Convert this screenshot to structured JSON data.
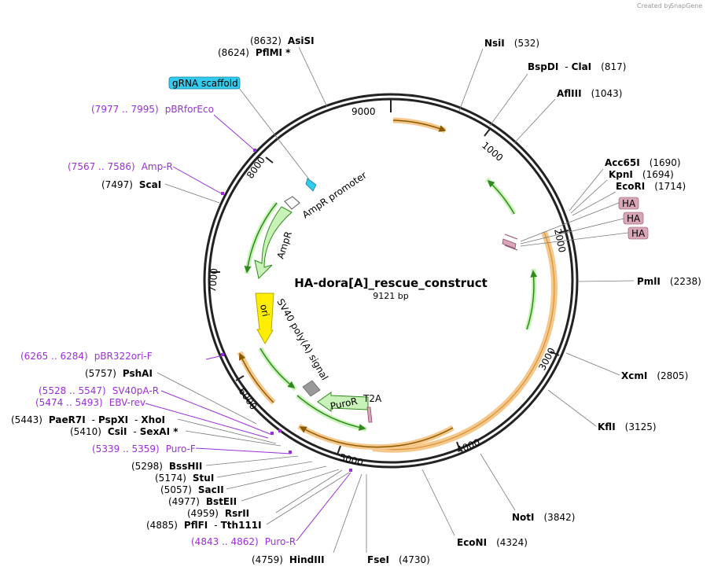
{
  "credit": "Created by",
  "credit_brand": "SnapGene",
  "plasmid": {
    "name": "HA-dora[A]_rescue_construct",
    "length": "9121 bp"
  },
  "ticks": [
    "1000",
    "2000",
    "3000",
    "4000",
    "5000",
    "6000",
    "7000",
    "8000",
    "9000"
  ],
  "enzymes": [
    {
      "name": "AsiSI",
      "pos": "(8632)"
    },
    {
      "name": "PflMI *",
      "pos": "(8624)"
    },
    {
      "name": "NsiI",
      "pos": "(532)"
    },
    {
      "name": "BspDI",
      "name2": "ClaI",
      "pos": "(817)"
    },
    {
      "name": "AflIII",
      "pos": "(1043)"
    },
    {
      "name": "Acc65I",
      "pos": "(1690)"
    },
    {
      "name": "KpnI",
      "pos": "(1694)"
    },
    {
      "name": "EcoRI",
      "pos": "(1714)"
    },
    {
      "name": "PmlI",
      "pos": "(2238)"
    },
    {
      "name": "XcmI",
      "pos": "(2805)"
    },
    {
      "name": "KflI",
      "pos": "(3125)"
    },
    {
      "name": "NotI",
      "pos": "(3842)"
    },
    {
      "name": "EcoNI",
      "pos": "(4324)"
    },
    {
      "name": "FseI",
      "pos": "(4730)"
    },
    {
      "name": "HindIII",
      "pos": "(4759)"
    },
    {
      "name": "PflFI",
      "name2": "Tth111I",
      "pos": "(4885)"
    },
    {
      "name": "RsrII",
      "pos": "(4959)"
    },
    {
      "name": "BstEII",
      "pos": "(4977)"
    },
    {
      "name": "SacII",
      "pos": "(5057)"
    },
    {
      "name": "StuI",
      "pos": "(5174)"
    },
    {
      "name": "BssHII",
      "pos": "(5298)"
    },
    {
      "name": "CsiI",
      "name2": "SexAI *",
      "pos": "(5410)"
    },
    {
      "name": "PaeR7I",
      "name2": "PspXI",
      "name3": "XhoI",
      "pos": "(5443)"
    },
    {
      "name": "PshAI",
      "pos": "(5757)"
    },
    {
      "name": "ScaI",
      "pos": "(7497)"
    }
  ],
  "primers": [
    {
      "name": "pBRforEco",
      "range": "(7977 .. 7995)"
    },
    {
      "name": "Amp-R",
      "range": "(7567 .. 7586)"
    },
    {
      "name": "pBR322ori-F",
      "range": "(6265 .. 6284)"
    },
    {
      "name": "SV40pA-R",
      "range": "(5528 .. 5547)"
    },
    {
      "name": "EBV-rev",
      "range": "(5474 .. 5493)"
    },
    {
      "name": "Puro-F",
      "range": "(5339 .. 5359)"
    },
    {
      "name": "Puro-R",
      "range": "(4843 .. 4862)"
    }
  ],
  "features": {
    "grna_scaffold": "gRNA scaffold",
    "ampr_promoter": "AmpR promoter",
    "ampr": "AmpR",
    "ori": "ori",
    "sv40": "SV40 poly(A) signal",
    "puror": "PuroR",
    "t2a": "T2A",
    "ha": [
      "HA",
      "HA",
      "HA"
    ]
  },
  "colors": {
    "ring": "#222222",
    "orf": "#f5c78b",
    "orf_arrow": "#8a5a00",
    "green_arrow": "#2f8a1c",
    "green_bg": "#c9f2b8",
    "ori": "#ffee00",
    "grna": "#33ccee",
    "ha_box": "#d8a6b6",
    "primer": "#9b30d9"
  }
}
